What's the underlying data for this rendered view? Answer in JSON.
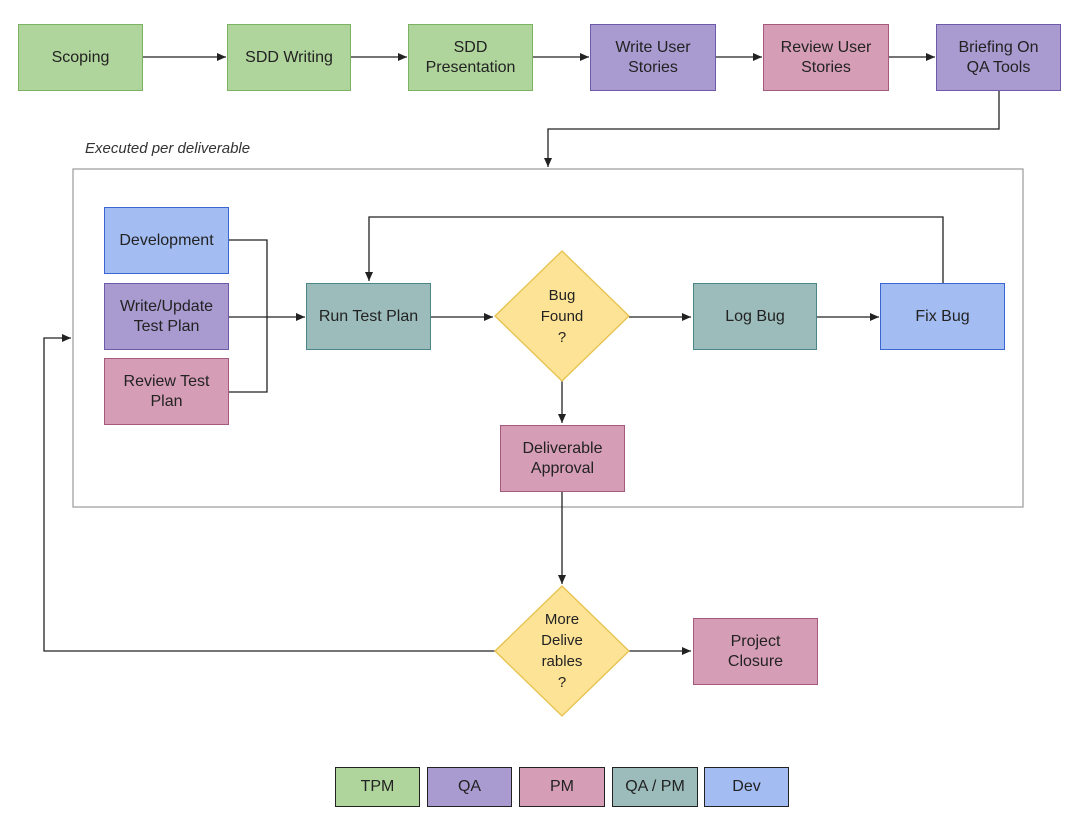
{
  "colors": {
    "tpm_fill": "#b0d59c",
    "qa_fill": "#a99bd0",
    "pm_fill": "#d69eb6",
    "qapm_fill": "#9cbcbc",
    "dev_fill": "#a3bdf3",
    "decision_fill": "#fde396",
    "connector": "#222222",
    "group_border": "#999999"
  },
  "pipeline": {
    "scoping": "Scoping",
    "sdd_writing": "SDD Writing",
    "sdd_presentation": "SDD\nPresentation",
    "write_user_stories": "Write User\nStories",
    "review_user_stories": "Review User\nStories",
    "briefing_qa_tools": "Briefing On\nQA Tools"
  },
  "group": {
    "label": "Executed per deliverable"
  },
  "loop": {
    "development": "Development",
    "write_update_test_plan": "Write/Update\nTest Plan",
    "review_test_plan": "Review Test\nPlan",
    "run_test_plan": "Run Test Plan",
    "bug_found": "Bug\nFound\n?",
    "log_bug": "Log Bug",
    "fix_bug": "Fix Bug",
    "deliverable_approval": "Deliverable\nApproval"
  },
  "closing": {
    "more_deliverables": "More\nDelive\nrables\n?",
    "project_closure": "Project\nClosure"
  },
  "legend": {
    "tpm": "TPM",
    "qa": "QA",
    "pm": "PM",
    "qapm": "QA / PM",
    "dev": "Dev"
  }
}
